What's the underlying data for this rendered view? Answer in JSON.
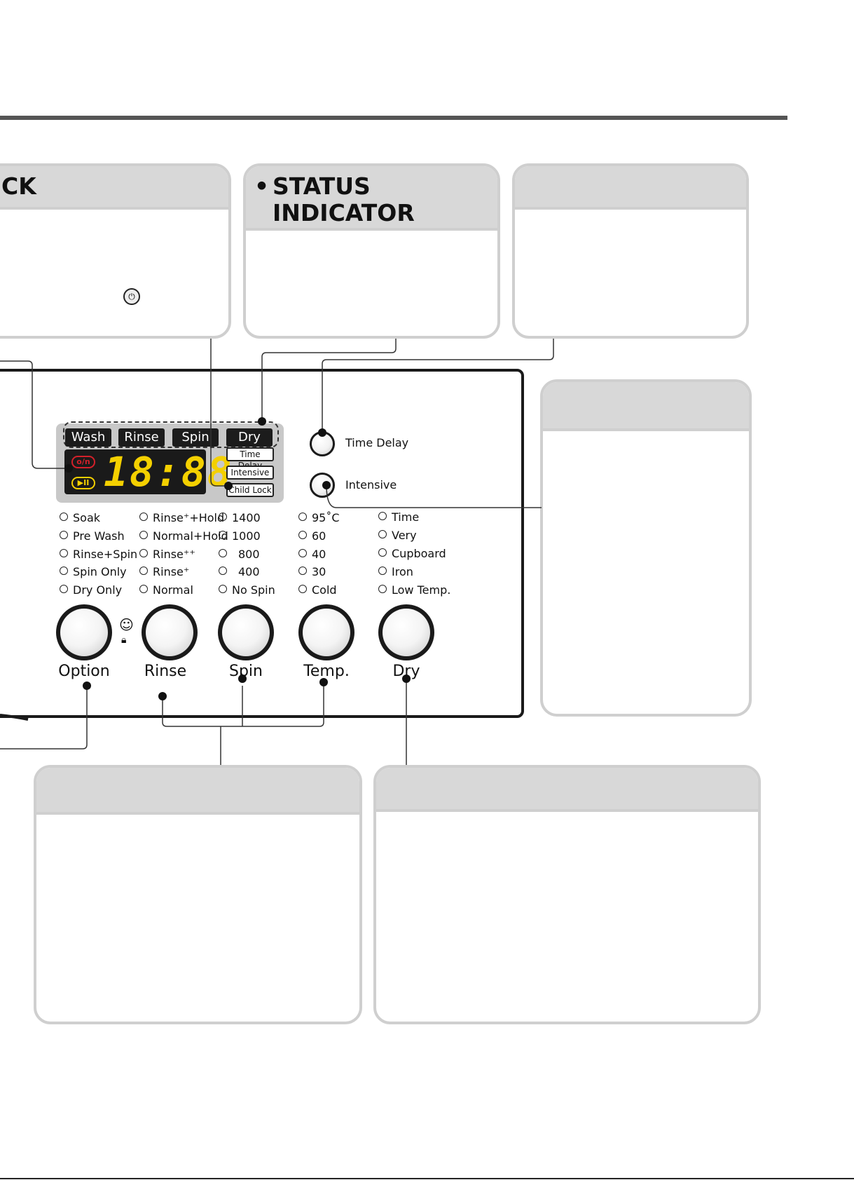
{
  "callouts": {
    "child_lock": {
      "title": "CK"
    },
    "status": {
      "title_line1": "STATUS",
      "title_line2": "INDICATOR"
    },
    "top_right": {
      "title": ""
    },
    "right": {
      "title": ""
    },
    "bottom_left": {
      "title": ""
    },
    "bottom_right": {
      "title": ""
    }
  },
  "display": {
    "stages": [
      "Wash",
      "Rinse",
      "Spin",
      "Dry"
    ],
    "digits": "18:88",
    "lock_glyph": "o/n",
    "play_glyph": "▶II",
    "indicators": [
      "Time Delay",
      "Intensive",
      "Child Lock"
    ]
  },
  "buttons": {
    "time_delay": "Time Delay",
    "intensive": "Intensive"
  },
  "options": {
    "option": [
      "Soak",
      "Pre Wash",
      "Rinse+Spin",
      "Spin Only",
      "Dry Only"
    ],
    "rinse": [
      "Rinse⁺+Hold",
      "Normal+Hold",
      "Rinse⁺⁺",
      "Rinse⁺",
      "Normal"
    ],
    "spin": [
      "1400",
      "1000",
      "800",
      "400",
      "No Spin"
    ],
    "temp": [
      "95˚C",
      "60",
      "40",
      "30",
      "Cold"
    ],
    "dry": [
      "Time",
      "Very",
      "Cupboard",
      "Iron",
      "Low Temp."
    ]
  },
  "knobs": [
    "Option",
    "Rinse",
    "Spin",
    "Temp.",
    "Dry"
  ]
}
